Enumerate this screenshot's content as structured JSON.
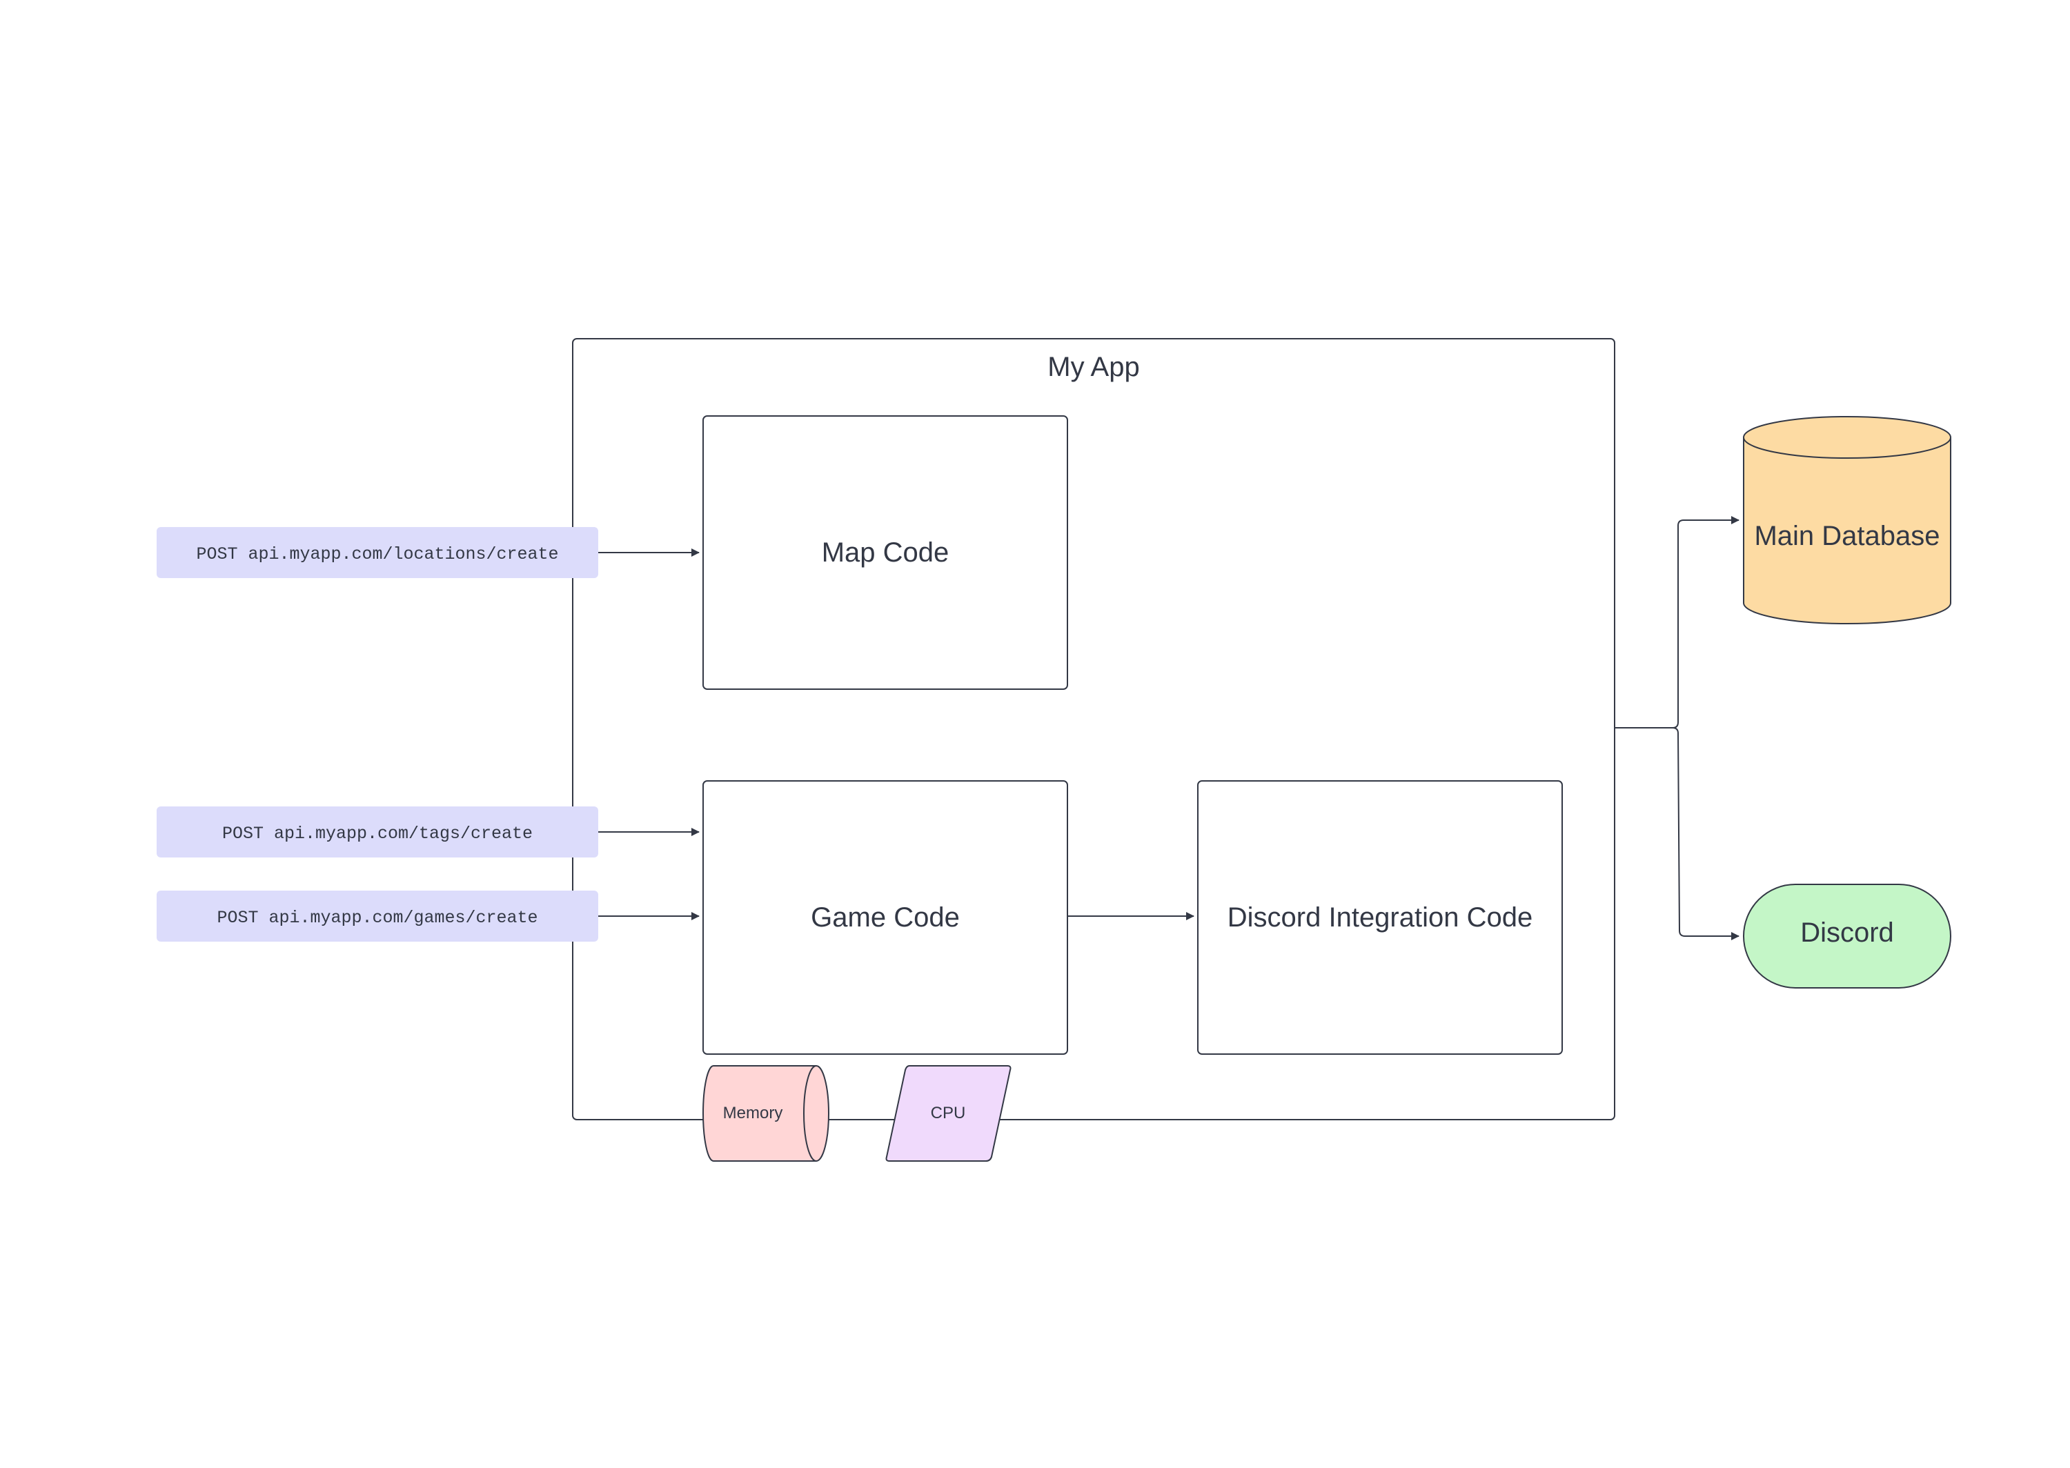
{
  "diagram": {
    "container": {
      "title": "My App"
    },
    "nodes": {
      "map_code": "Map Code",
      "game_code": "Game Code",
      "discord_integration": "Discord Integration Code",
      "main_database": "Main Database",
      "discord": "Discord",
      "memory": "Memory",
      "cpu": "CPU"
    },
    "endpoints": {
      "locations": "POST api.myapp.com/locations/create",
      "tags": "POST api.myapp.com/tags/create",
      "games": "POST api.myapp.com/games/create"
    },
    "colors": {
      "stroke": "#333845",
      "endpoint_fill": "#dcdcfb",
      "database_fill": "#fddba3",
      "discord_fill": "#c4f6c7",
      "memory_fill": "#ffd6d6",
      "cpu_fill": "#f0dafc"
    }
  }
}
